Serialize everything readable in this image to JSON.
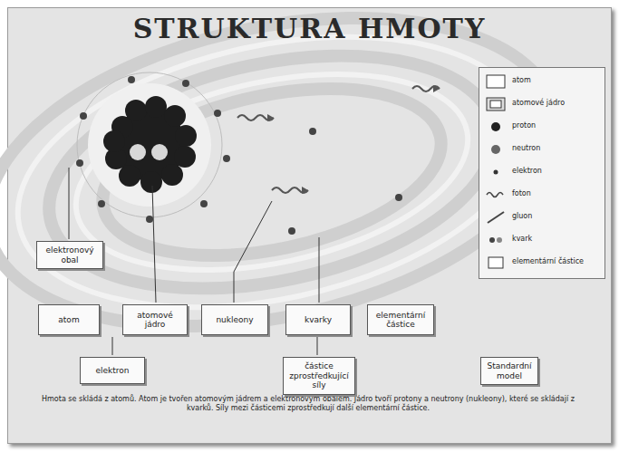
{
  "diagram": {
    "title": "STRUKTURA HMOTY",
    "caption": "Hmota se skládá z atomů. Atom je tvořen atomovým jádrem a elektronovým obalem. Jádro tvoří protony a neutrony (nukleony), které se skládají z kvarků. Síly mezi částicemi zprostředkují další elementární částice.",
    "nodes": [
      {
        "text": [
          "elektronový obal"
        ]
      },
      {
        "text": [
          "atom"
        ]
      },
      {
        "text": [
          "atomové jádro"
        ]
      },
      {
        "text": [
          "nukleony"
        ]
      },
      {
        "text": [
          "kvarky"
        ]
      },
      {
        "text": [
          "elementární částice"
        ]
      },
      {
        "text": [
          "elektron"
        ]
      },
      {
        "text": [
          "částice zprostředkující síly"
        ]
      },
      {
        "text": [
          "Standardní model"
        ]
      }
    ],
    "legend": [
      {
        "text": "atom"
      },
      {
        "text": "atomové jádro"
      },
      {
        "text": "proton"
      },
      {
        "text": "neutron"
      },
      {
        "text": "elektron"
      },
      {
        "text": "foton"
      },
      {
        "text": "gluon"
      },
      {
        "text": "kvark"
      },
      {
        "text": "elementární částice"
      }
    ]
  }
}
